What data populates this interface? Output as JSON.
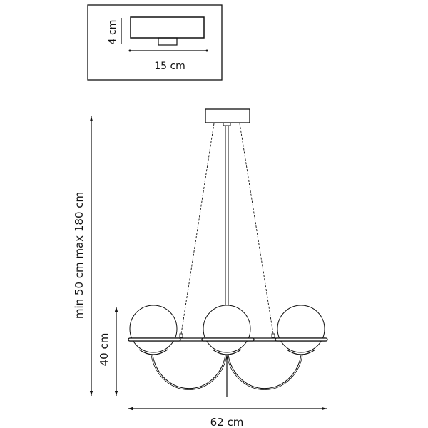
{
  "canopy_inset": {
    "height_label": "4 cm",
    "width_label": "15 cm"
  },
  "main_drawing": {
    "total_height_label": "min 50 cm max 180 cm",
    "body_height_label": "40 cm",
    "width_label": "62 cm",
    "globe_count": 3
  },
  "colors": {
    "line": "#111111",
    "background": "#ffffff"
  }
}
